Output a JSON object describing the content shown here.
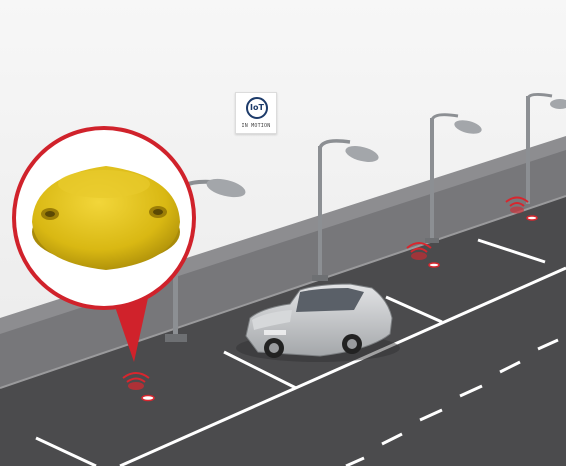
{
  "logo": {
    "mark": "IoT",
    "caption": "IN MOTION"
  },
  "colors": {
    "road": "#4b4b4d",
    "sidewalk": "#6c6c6e",
    "sky": "#f3f3f3",
    "sensor_red": "#d8262e",
    "callout_red": "#d0222b",
    "sensor_yellow": "#e3c21d",
    "lane_marking": "#ffffff",
    "car_silver": "#c7c9cb"
  },
  "icons": {
    "parking_sensor": "wifi-signal-sensor-icon",
    "street_lamp": "street-lamp",
    "car": "hatchback-car"
  }
}
